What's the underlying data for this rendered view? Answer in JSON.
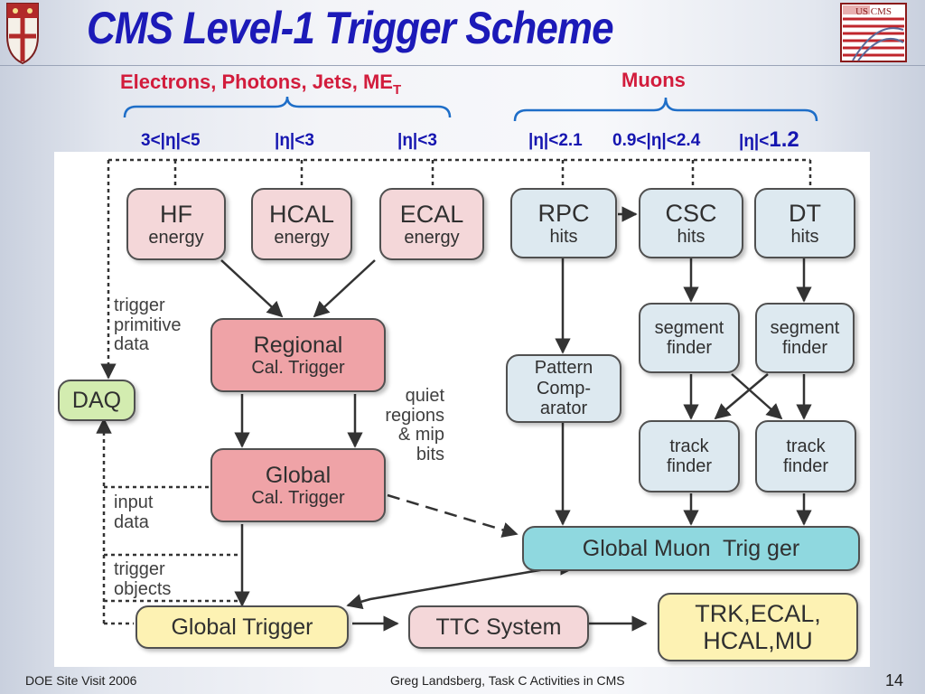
{
  "slide": {
    "title": "CMS Level-1 Trigger Scheme",
    "footer_left": "DOE Site Visit 2006",
    "footer_center": "Greg Landsberg, Task C Activities in CMS",
    "page_number": "14",
    "logo_right_text": "US CMS",
    "accent_color": "#1c1ab8",
    "label_color": "#d21c3c"
  },
  "groups": {
    "calorimeter_label": "Electrons, Photons, Jets, ME",
    "calorimeter_label_sub": "T",
    "muon_label": "Muons"
  },
  "eta_ranges": {
    "hf": "3<|η|<5",
    "hcal": "|η|<3",
    "ecal": "|η|<3",
    "rpc": "|η|<2.1",
    "csc": "0.9<|η|<2.4",
    "dt_prefix": "|η|<",
    "dt_value": "1.2"
  },
  "boxes": {
    "hf": {
      "title": "HF",
      "sub": "energy"
    },
    "hcal": {
      "title": "HCAL",
      "sub": "energy"
    },
    "ecal": {
      "title": "ECAL",
      "sub": "energy"
    },
    "rpc": {
      "title": "RPC",
      "sub": "hits"
    },
    "csc": {
      "title": "CSC",
      "sub": "hits"
    },
    "dt": {
      "title": "DT",
      "sub": "hits"
    },
    "regional_cal": {
      "title": "Regional",
      "sub": "Cal. Trigger"
    },
    "global_cal": {
      "title": "Global",
      "sub": "Cal. Trigger"
    },
    "daq": "DAQ",
    "pattern_comparator": {
      "line1": "Pattern",
      "line2": "Comp-",
      "line3": "arator"
    },
    "segment_finder_csc": {
      "line1": "segment",
      "line2": "finder"
    },
    "segment_finder_dt": {
      "line1": "segment",
      "line2": "finder"
    },
    "track_finder_csc": {
      "line1": "track",
      "line2": "finder"
    },
    "track_finder_dt": {
      "line1": "track",
      "line2": "finder"
    },
    "global_muon_trigger": "Global Muon  Trig ger",
    "global_trigger": "Global Trigger",
    "ttc_system": "TTC System",
    "subdetectors": {
      "line1": "TRK,ECAL,",
      "line2": "HCAL,MU"
    }
  },
  "annotations": {
    "trigger_primitive_data": {
      "line1": "trigger",
      "line2": "primitive",
      "line3": "data"
    },
    "quiet_regions": {
      "line1": "quiet",
      "line2": "regions",
      "line3": "& mip",
      "line4": "bits"
    },
    "input_data": {
      "line1": "input",
      "line2": "data"
    },
    "trigger_objects": {
      "line1": "trigger",
      "line2": "objects"
    }
  }
}
